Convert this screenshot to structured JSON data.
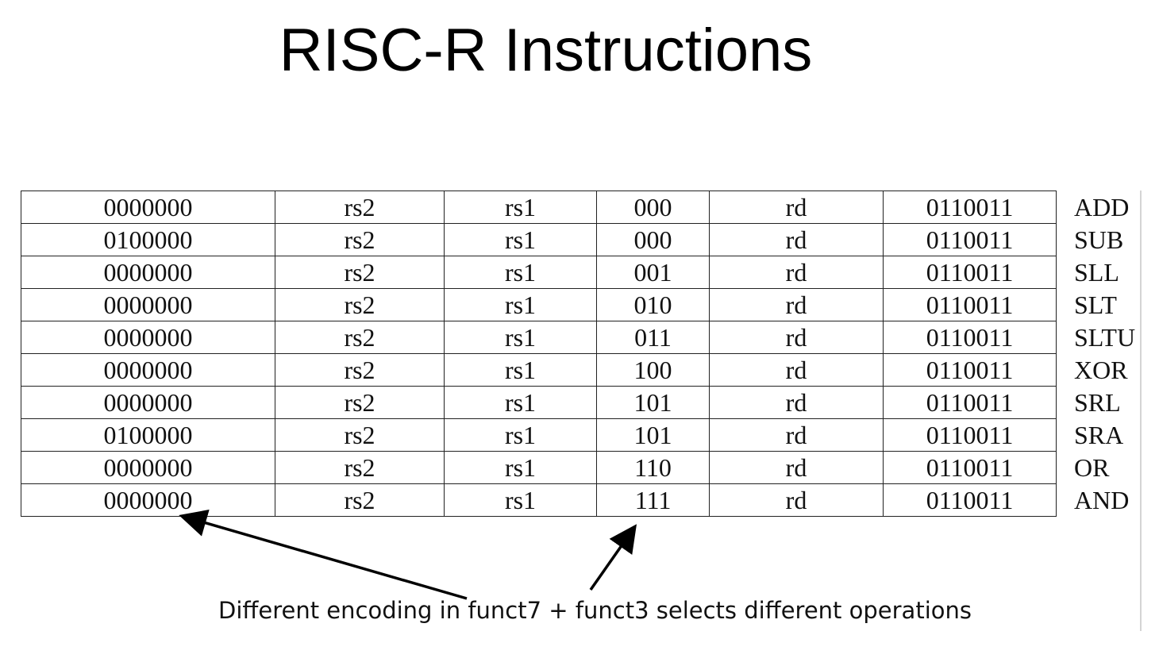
{
  "title": "RISC-R Instructions",
  "rows": [
    [
      "0000000",
      "rs2",
      "rs1",
      "000",
      "rd",
      "0110011",
      "ADD"
    ],
    [
      "0100000",
      "rs2",
      "rs1",
      "000",
      "rd",
      "0110011",
      "SUB"
    ],
    [
      "0000000",
      "rs2",
      "rs1",
      "001",
      "rd",
      "0110011",
      "SLL"
    ],
    [
      "0000000",
      "rs2",
      "rs1",
      "010",
      "rd",
      "0110011",
      "SLT"
    ],
    [
      "0000000",
      "rs2",
      "rs1",
      "011",
      "rd",
      "0110011",
      "SLTU"
    ],
    [
      "0000000",
      "rs2",
      "rs1",
      "100",
      "rd",
      "0110011",
      "XOR"
    ],
    [
      "0000000",
      "rs2",
      "rs1",
      "101",
      "rd",
      "0110011",
      "SRL"
    ],
    [
      "0100000",
      "rs2",
      "rs1",
      "101",
      "rd",
      "0110011",
      "SRA"
    ],
    [
      "0000000",
      "rs2",
      "rs1",
      "110",
      "rd",
      "0110011",
      "OR"
    ],
    [
      "0000000",
      "rs2",
      "rs1",
      "111",
      "rd",
      "0110011",
      "AND"
    ]
  ],
  "caption": "Different encoding in funct7 + funct3 selects different operations"
}
